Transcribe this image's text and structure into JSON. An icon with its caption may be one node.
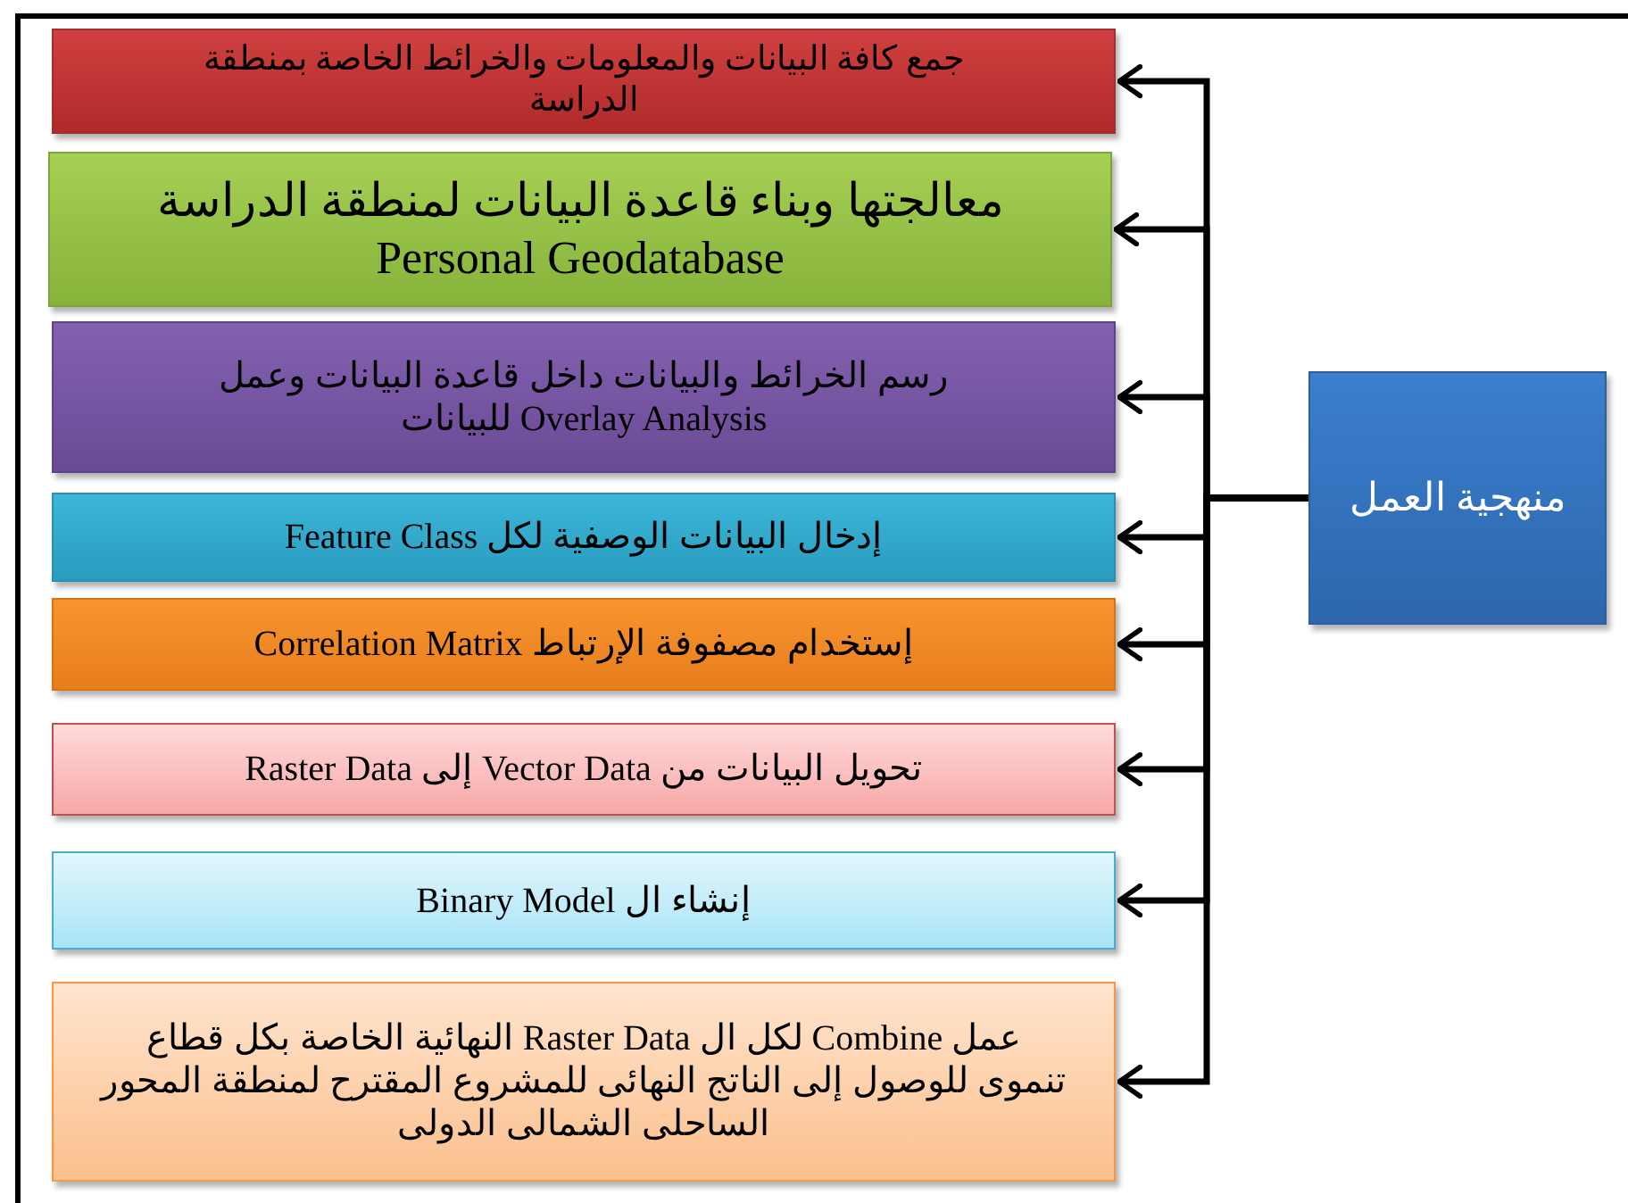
{
  "diagram": {
    "nodes": [
      {
        "text": [
          "جمع كافة البيانات والمعلومات والخرائط الخاصة بمنطقة الدراسة"
        ]
      },
      {
        "text": [
          "معالجتها وبناء قاعدة البيانات لمنطقة الدراسة",
          "Personal Geodatabase"
        ]
      },
      {
        "text": [
          "رسم الخرائط والبيانات داخل قاعدة البيانات وعمل Overlay Analysis للبيانات"
        ]
      },
      {
        "text": [
          "إدخال البيانات الوصفية لكل Feature Class"
        ]
      },
      {
        "text": [
          "إستخدام مصفوفة الإرتباط Correlation Matrix"
        ]
      },
      {
        "text": [
          "تحويل البيانات من Vector Data إلى Raster Data"
        ]
      },
      {
        "text": [
          "إنشاء ال Binary Model"
        ]
      },
      {
        "text": [
          "عمل Combine لكل ال Raster Data النهائية الخاصة بكل قطاع تنموى للوصول إلى الناتج النهائى للمشروع المقترح لمنطقة المحور الساحلى الشمالى الدولى"
        ]
      },
      {
        "text": [
          "منهجية العمل"
        ]
      }
    ],
    "edges": [
      {
        "from": 8,
        "to": 0,
        "arrow": "to"
      },
      {
        "from": 8,
        "to": 1,
        "arrow": "to"
      },
      {
        "from": 8,
        "to": 2,
        "arrow": "to"
      },
      {
        "from": 8,
        "to": 3,
        "arrow": "to"
      },
      {
        "from": 8,
        "to": 4,
        "arrow": "to"
      },
      {
        "from": 8,
        "to": 5,
        "arrow": "to"
      },
      {
        "from": 8,
        "to": 6,
        "arrow": "to"
      },
      {
        "from": 8,
        "to": 7,
        "arrow": "to"
      }
    ]
  }
}
